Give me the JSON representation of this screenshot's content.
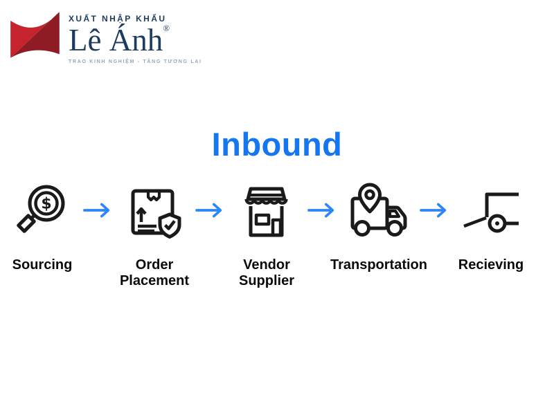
{
  "logo": {
    "mark_icon": "red-flag-logo-icon",
    "top_text": "XUẤT NHẬP KHẨU",
    "brand": "Lê Ánh",
    "registered_mark": "®",
    "tagline": "TRAO KINH NGHIỆM - TĂNG TƯƠNG LAI",
    "colors": {
      "red_light": "#c5242f",
      "red_dark": "#8f1b24",
      "navy": "#1c3c5e",
      "tagline_gray": "#93a6ba"
    }
  },
  "title": {
    "text": "Inbound",
    "color": "#1577f0"
  },
  "flow": {
    "arrow_icon": "right-arrow-icon",
    "arrow_color": "#2e86f6",
    "icon_stroke_color": "#1a1a1a",
    "label_color": "#0a0a0a",
    "steps": [
      {
        "label": "Sourcing",
        "icon": "magnifier-dollar-icon",
        "icon_glyph": "$"
      },
      {
        "label": "Order\nPlacement",
        "icon": "package-shield-check-icon"
      },
      {
        "label": "Vendor\nSupplier",
        "icon": "storefront-icon"
      },
      {
        "label": "Transportation",
        "icon": "delivery-truck-location-icon"
      },
      {
        "label": "Recieving",
        "icon": "hand-truck-icon"
      }
    ]
  }
}
